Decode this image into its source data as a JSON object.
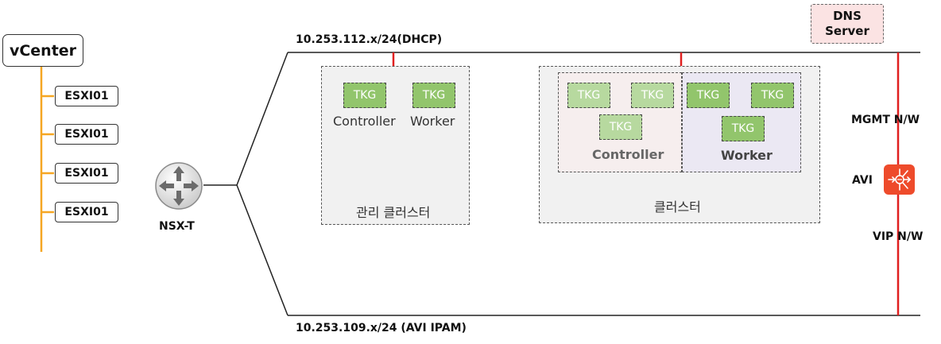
{
  "vcenter": {
    "label": "vCenter"
  },
  "esxi_hosts": [
    {
      "label": "ESXI01"
    },
    {
      "label": "ESXI01"
    },
    {
      "label": "ESXI01"
    },
    {
      "label": "ESXI01"
    }
  ],
  "nsxt": {
    "label": "NSX-T"
  },
  "networks": {
    "top": {
      "label": "10.253.112.x/24(DHCP)"
    },
    "bottom": {
      "label": "10.253.109.x/24  (AVI IPAM)"
    }
  },
  "dns": {
    "line1": "DNS",
    "line2": "Server"
  },
  "mgmt_cluster": {
    "tkg_controller": "TKG",
    "tkg_worker": "TKG",
    "controller_label": "Controller",
    "worker_label": "Worker",
    "caption": "관리 클러스터"
  },
  "workload_cluster": {
    "controller_tkgs": [
      "TKG",
      "TKG",
      "TKG"
    ],
    "worker_tkgs": [
      "TKG",
      "TKG",
      "TKG"
    ],
    "controller_label": "Controller",
    "worker_label": "Worker",
    "caption": "클러스터"
  },
  "right_side": {
    "mgmt_nw": "MGMT  N/W",
    "avi": "AVI",
    "vip_nw": "VIP  N/W"
  },
  "colors": {
    "tree_line": "#f5a623",
    "red_line": "#e02020",
    "tkg_green": "#92c56c",
    "avi_orange": "#ee4b2b",
    "dns_fill": "#fbe3e3"
  }
}
